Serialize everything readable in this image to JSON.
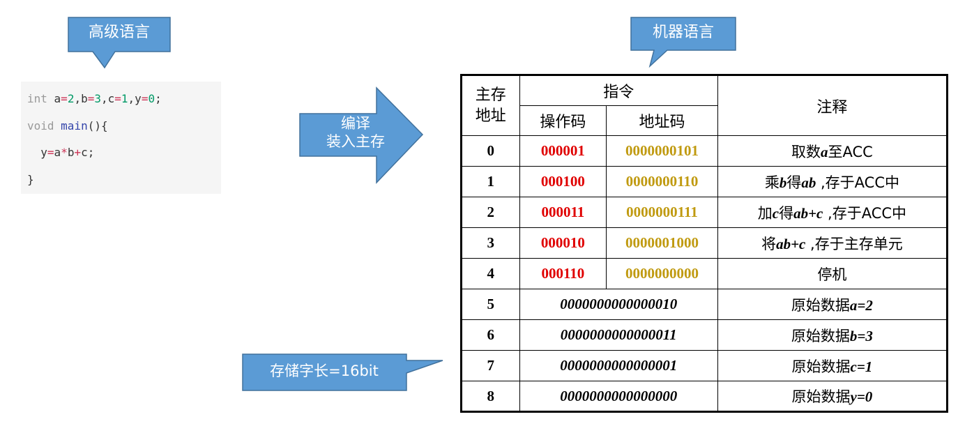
{
  "callouts": {
    "high_level": "高级语言",
    "machine": "机器语言",
    "compile_line1": "编译",
    "compile_line2": "装入主存",
    "word_length": "存储字长=16bit"
  },
  "code": {
    "line1": {
      "kw": "int",
      "rest1": " a",
      "eq1": "=",
      "n1": "2",
      "c1": ",b",
      "eq2": "=",
      "n2": "3",
      "c2": ",c",
      "eq3": "=",
      "n3": "1",
      "c3": ",y",
      "eq4": "=",
      "n4": "0",
      "end": ";"
    },
    "line2": {
      "kw": "void",
      "sp": " ",
      "fn": "main",
      "rest": "(){"
    },
    "line3": {
      "indent": "  y",
      "eq": "=",
      "a": "a",
      "mul": "*",
      "b": "b",
      "plus": "+",
      "c": "c;"
    },
    "line4": "}"
  },
  "table": {
    "headers": {
      "address_top": "主存",
      "address_bottom": "地址",
      "instruction": "指令",
      "opcode": "操作码",
      "addrcode": "地址码",
      "note": "注释"
    },
    "rows": [
      {
        "addr": "0",
        "opcode": "000001",
        "addrcode": "0000000101",
        "note_pre": "取数",
        "note_var": "a",
        "note_post": "至ACC"
      },
      {
        "addr": "1",
        "opcode": "000100",
        "addrcode": "0000000110",
        "note_pre": "乘",
        "note_var": "b",
        "note_mid": "得",
        "note_var2": "ab",
        "note_post": " ,存于ACC中"
      },
      {
        "addr": "2",
        "opcode": "000011",
        "addrcode": "0000000111",
        "note_pre": "加",
        "note_var": "c",
        "note_mid": "得",
        "note_var2": "ab+c",
        "note_post": " ,存于ACC中"
      },
      {
        "addr": "3",
        "opcode": "000010",
        "addrcode": "0000001000",
        "note_pre": "将",
        "note_var": "ab+c",
        "note_post": " ,存于主存单元"
      },
      {
        "addr": "4",
        "opcode": "000110",
        "addrcode": "0000000000",
        "note_plain": "停机"
      }
    ],
    "data_rows": [
      {
        "addr": "5",
        "value": "0000000000000010",
        "note_pre": "原始数据",
        "note_var": "a=2"
      },
      {
        "addr": "6",
        "value": "0000000000000011",
        "note_pre": "原始数据",
        "note_var": "b=3"
      },
      {
        "addr": "7",
        "value": "0000000000000001",
        "note_pre": "原始数据",
        "note_var": "c=1"
      },
      {
        "addr": "8",
        "value": "0000000000000000",
        "note_pre": "原始数据",
        "note_var": "y=0"
      }
    ]
  },
  "colors": {
    "callout_fill": "#5b9bd5",
    "callout_stroke": "#41719c",
    "opcode": "#e00000",
    "addrcode": "#c09a10"
  }
}
